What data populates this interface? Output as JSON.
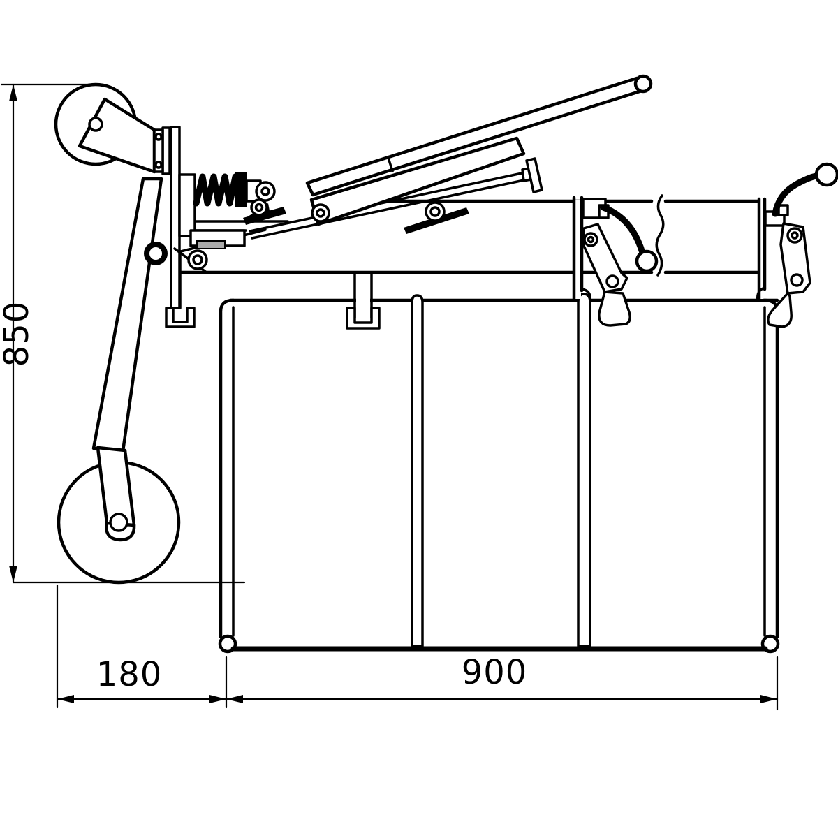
{
  "drawing": {
    "type": "technical-dimension-drawing",
    "background_color": "#ffffff",
    "line_color": "#000000",
    "dimensions": {
      "height": {
        "label": "850"
      },
      "wheel_offset": {
        "label": "180"
      },
      "drum_width": {
        "label": "900"
      }
    }
  }
}
